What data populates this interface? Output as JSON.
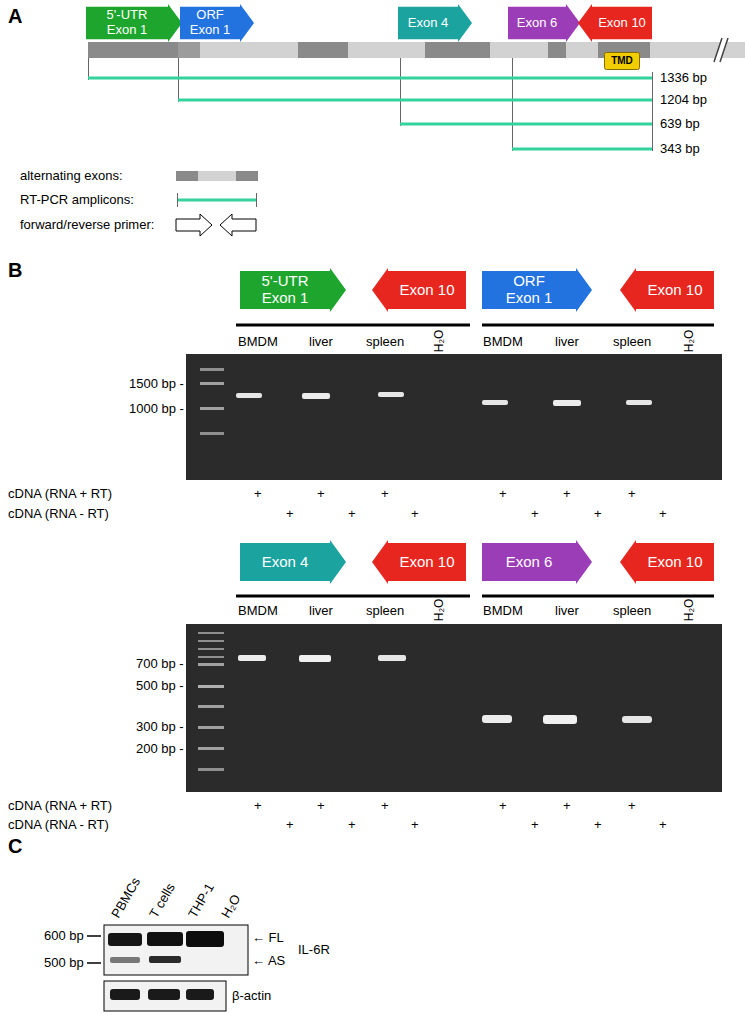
{
  "diagram": {
    "nodes": [
      {
        "text": [
          "5'-UTR Exon 1"
        ]
      },
      {
        "text": [
          "ORF Exon 1"
        ]
      },
      {
        "text": [
          "Exon 4"
        ]
      },
      {
        "text": [
          "Exon 6"
        ]
      },
      {
        "text": [
          "Exon 10"
        ]
      },
      {
        "text": [
          "TMD"
        ]
      },
      {
        "text": [
          "5'-UTR Exon 1"
        ]
      },
      {
        "text": [
          "Exon 10"
        ]
      },
      {
        "text": [
          "ORF Exon 1"
        ]
      },
      {
        "text": [
          "Exon 10"
        ]
      },
      {
        "text": [
          "Exon 4"
        ]
      },
      {
        "text": [
          "Exon 10"
        ]
      },
      {
        "text": [
          "Exon 6"
        ]
      },
      {
        "text": [
          "Exon 10"
        ]
      }
    ],
    "labels": [
      "A",
      "1336 bp",
      "1204 bp",
      "639 bp",
      "343 bp",
      "B",
      "BMDM",
      "liver",
      "spleen",
      "H₂O",
      "BMDM",
      "liver",
      "spleen",
      "H₂O",
      "1500 bp -",
      "1000 bp -",
      "cDNA (RNA + RT)",
      "+",
      "+",
      "+",
      "+",
      "+",
      "+",
      "cDNA (RNA - RT)",
      "+",
      "+",
      "+",
      "+",
      "+",
      "+",
      "BMDM",
      "liver",
      "spleen",
      "H₂O",
      "BMDM",
      "liver",
      "spleen",
      "H₂O",
      "700 bp -",
      "500 bp -",
      "300 bp -",
      "200 bp -",
      "cDNA (RNA + RT)",
      "+",
      "+",
      "+",
      "+",
      "+",
      "+",
      "cDNA (RNA - RT)",
      "+",
      "+",
      "+",
      "+",
      "+",
      "+",
      "C",
      "PBMCs",
      "T cells",
      "THP-1",
      "H₂O",
      "600 bp",
      "500 bp",
      "← FL",
      "← AS",
      "IL-6R",
      "β-actin"
    ],
    "legend": [
      {
        "text": "alternating exons:"
      },
      {
        "text": "RT-PCR amplicons:"
      },
      {
        "text": "forward/reverse primer:"
      }
    ]
  }
}
